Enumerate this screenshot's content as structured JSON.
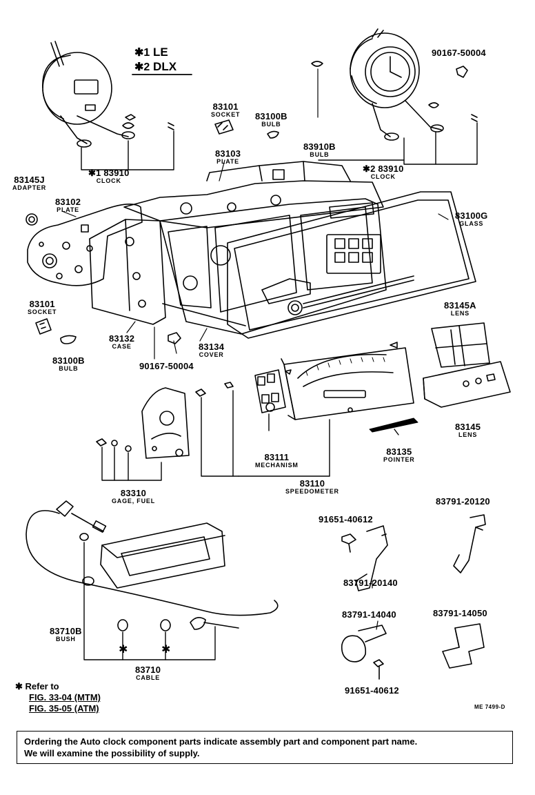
{
  "legend": {
    "line1_mark": "✱1",
    "line1_text": "LE",
    "line2_mark": "✱2",
    "line2_text": "DLX"
  },
  "labels": {
    "clock_le": {
      "mark": "✱1",
      "number": "83910",
      "name": "CLOCK"
    },
    "clock_dlx": {
      "mark": "✱2",
      "number": "83910",
      "name": "CLOCK"
    },
    "screw_top": {
      "number": "90167-50004"
    },
    "socket_top": {
      "number": "83101",
      "name": "SOCKET"
    },
    "bulb_top": {
      "number": "83100B",
      "name": "BULB"
    },
    "bulb_mid": {
      "number": "83910B",
      "name": "BULB"
    },
    "plate_top": {
      "number": "83103",
      "name": "PLATE"
    },
    "adapter": {
      "number": "83145J",
      "name": "ADAPTER"
    },
    "plate_left": {
      "number": "83102",
      "name": "PLATE"
    },
    "glass": {
      "number": "83100G",
      "name": "GLASS"
    },
    "socket_left": {
      "number": "83101",
      "name": "SOCKET"
    },
    "bulb_left": {
      "number": "83100B",
      "name": "BULB"
    },
    "case": {
      "number": "83132",
      "name": "CASE"
    },
    "screw_bottom": {
      "number": "90167-50004"
    },
    "cover": {
      "number": "83134",
      "name": "COVER"
    },
    "lens_a": {
      "number": "83145A",
      "name": "LENS"
    },
    "lens": {
      "number": "83145",
      "name": "LENS"
    },
    "pointer": {
      "number": "83135",
      "name": "POINTER"
    },
    "mechanism": {
      "number": "83111",
      "name": "MECHANISM"
    },
    "speedometer": {
      "number": "83110",
      "name": "SPEEDOMETER"
    },
    "gage_fuel": {
      "number": "83310",
      "name": "GAGE, FUEL"
    },
    "bolt_a": {
      "number": "91651-40612"
    },
    "clip_a": {
      "number": "83791-20120"
    },
    "clip_b": {
      "number": "83791-20140"
    },
    "clamp_a": {
      "number": "83791-14040"
    },
    "clamp_b": {
      "number": "83791-14050"
    },
    "bolt_b": {
      "number": "91651-40612"
    },
    "bush": {
      "number": "83710B",
      "name": "BUSH"
    },
    "cable": {
      "number": "83710",
      "name": "CABLE"
    }
  },
  "footnote": {
    "line1": "✱ Refer to",
    "line2": "FIG. 33-04 (MTM)",
    "line3": "FIG. 35-05 (ATM)"
  },
  "drawing_code": "ME 7499-D",
  "notice": {
    "line1": "Ordering the Auto clock component parts indicate assembly part and component part name.",
    "line2": "We will examine the possibility of supply."
  }
}
